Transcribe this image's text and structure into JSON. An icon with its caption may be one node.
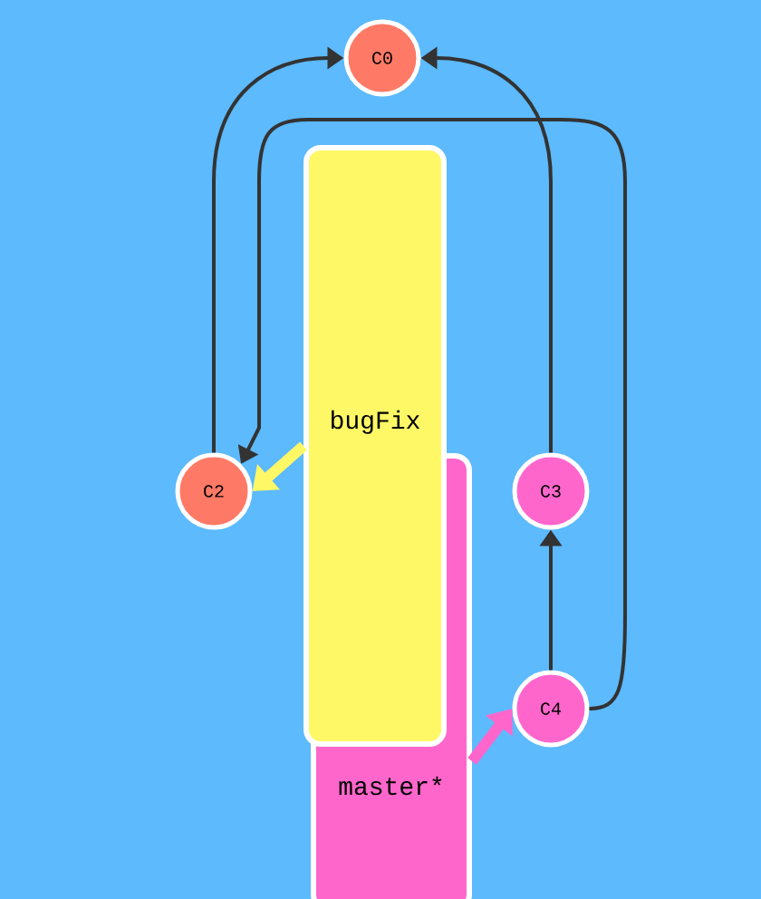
{
  "diagram": {
    "nodes": [
      {
        "text": [
          "C0"
        ]
      },
      {
        "text": [
          "bugFix"
        ]
      },
      {
        "text": [
          "master*"
        ]
      },
      {
        "text": [
          "C2"
        ]
      },
      {
        "text": [
          "C3"
        ]
      },
      {
        "text": [
          "C4"
        ]
      }
    ],
    "edges": [
      {
        "from": 3,
        "to": 0,
        "arrow": "to"
      },
      {
        "from": 4,
        "to": 0,
        "arrow": "to"
      },
      {
        "from": 5,
        "to": 3,
        "arrow": "to"
      },
      {
        "from": 5,
        "to": 4,
        "arrow": "to"
      },
      {
        "from": 1,
        "to": 3,
        "arrow": "to",
        "style": "thick",
        "color": "#fff866"
      },
      {
        "from": 2,
        "to": 5,
        "arrow": "to",
        "style": "thick",
        "color": "#ff66cc"
      }
    ]
  }
}
